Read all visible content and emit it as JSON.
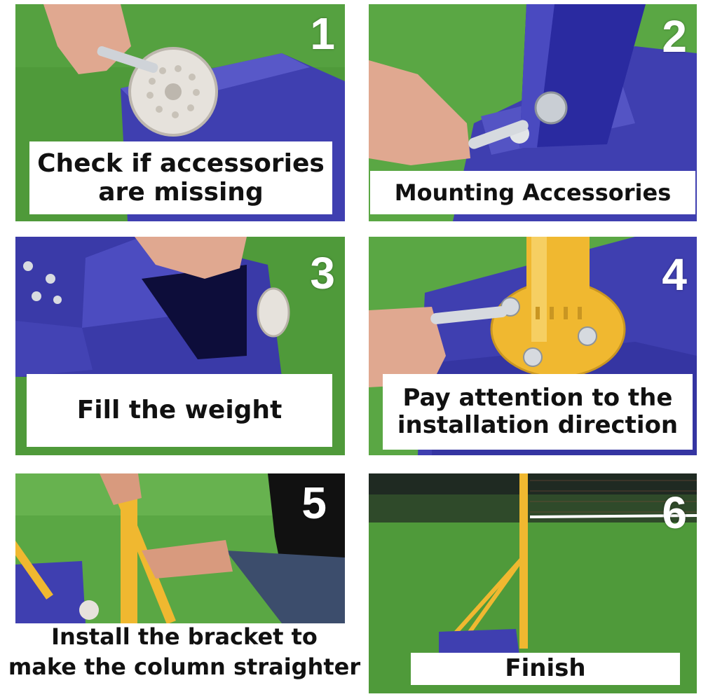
{
  "steps": [
    {
      "number": "1",
      "caption_line1": "Check if accessories",
      "caption_line2": "are missing"
    },
    {
      "number": "2",
      "caption": "Mounting Accessories"
    },
    {
      "number": "3",
      "caption": "Fill the weight"
    },
    {
      "number": "4",
      "caption_line1": "Pay attention to the",
      "caption_line2": "installation direction"
    },
    {
      "number": "5",
      "caption_line1": "Install the bracket to",
      "caption_line2": "make the column straighter"
    },
    {
      "number": "6",
      "caption": "Finish"
    }
  ],
  "colors": {
    "grass": "#4f9a3a",
    "base_blue": "#3f3fb0",
    "pole_yellow": "#f0b830",
    "caption_bg": "#ffffff",
    "caption_text": "#111111"
  },
  "icons": [
    "wrench-icon",
    "wheel-icon",
    "bolt-icon",
    "hand-icon"
  ]
}
